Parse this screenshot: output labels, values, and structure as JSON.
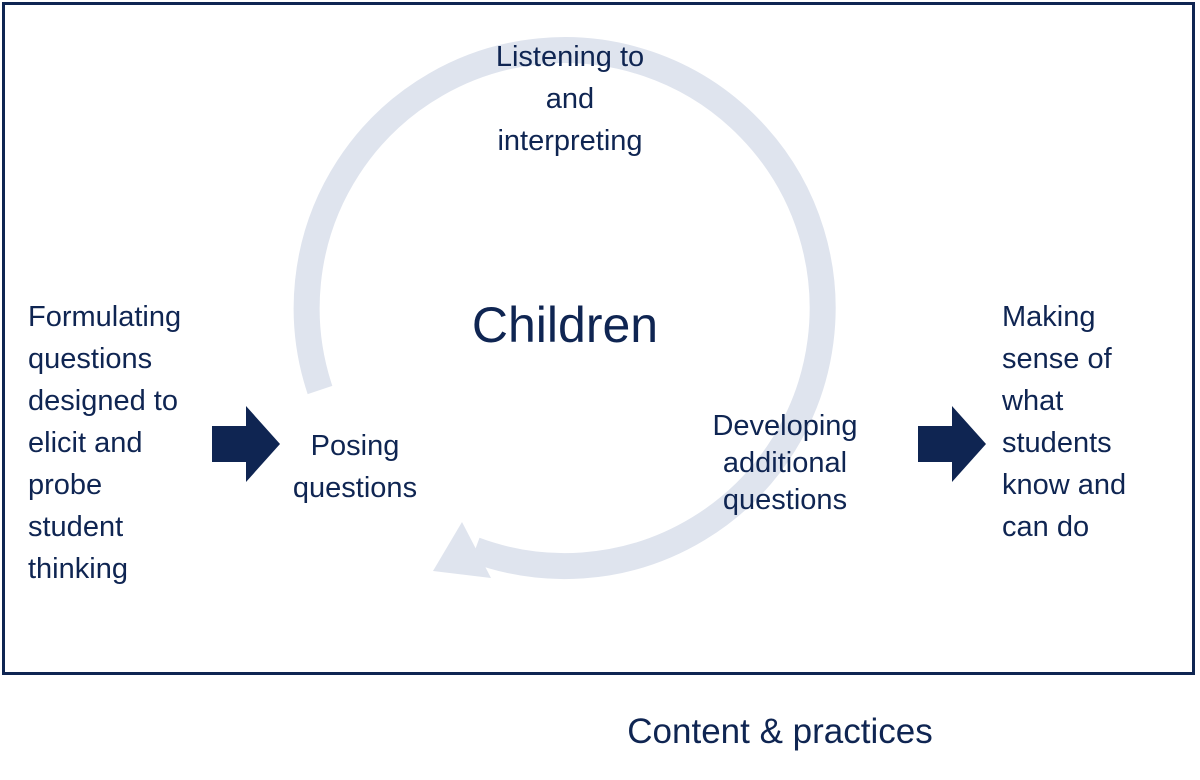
{
  "center_label": "Children",
  "cycle_steps": {
    "top": [
      "Listening to",
      "and",
      "interpreting"
    ],
    "left": [
      "Posing",
      "questions"
    ],
    "right": [
      "Developing",
      "additional",
      "questions"
    ]
  },
  "left_block": [
    "Formulating",
    "questions",
    "designed to",
    "elicit and",
    "probe",
    "student",
    "thinking"
  ],
  "right_block": [
    "Making",
    "sense of",
    "what",
    "students",
    "know and",
    "can do"
  ],
  "footer": "Content & practices",
  "colors": {
    "navy": "#0f2552",
    "cycle_arrow": "#dfe4ee",
    "background": "#ffffff"
  }
}
